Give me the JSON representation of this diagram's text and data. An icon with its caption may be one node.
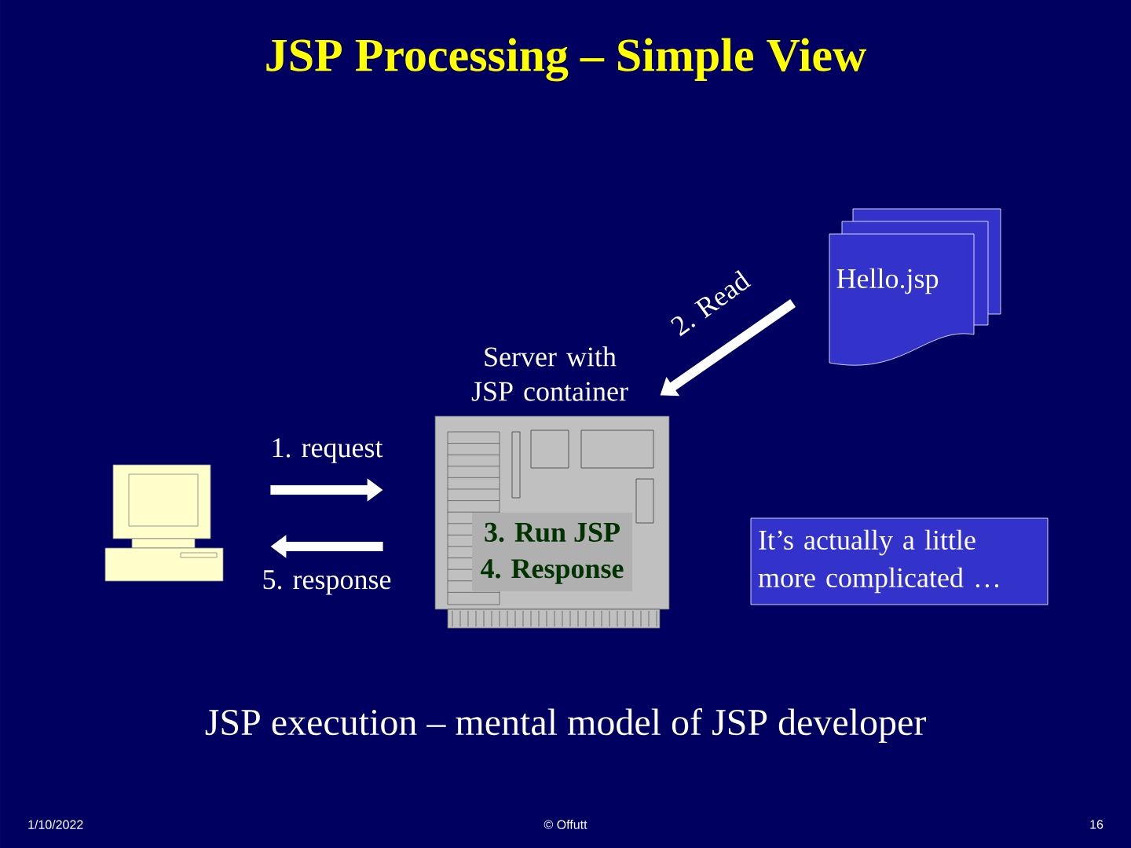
{
  "diagram": {
    "title": "JSP Processing – Simple View",
    "nodes": [
      {
        "text": [],
        "shape": "computer"
      },
      {
        "text": [
          "Server with JSP container"
        ]
      },
      {
        "text": [
          "3. Run JSP"
        ],
        "in": 1
      },
      {
        "text": [
          "4. Response"
        ],
        "in": 1
      },
      {
        "text": [
          "Hello.jsp"
        ]
      },
      {
        "text": [
          "It’s actually a little more complicated …"
        ]
      }
    ],
    "edges": [
      {
        "from": 0,
        "to": 1,
        "arrow": "to",
        "label": "1. request"
      },
      {
        "from": 1,
        "to": 0,
        "arrow": "to",
        "label": "5. response"
      },
      {
        "from": 4,
        "to": 1,
        "arrow": "to",
        "label": "2. Read"
      }
    ],
    "labels": [
      "JSP execution – mental model of JSP developer",
      "1/10/2022",
      "© Offutt",
      "16"
    ]
  }
}
